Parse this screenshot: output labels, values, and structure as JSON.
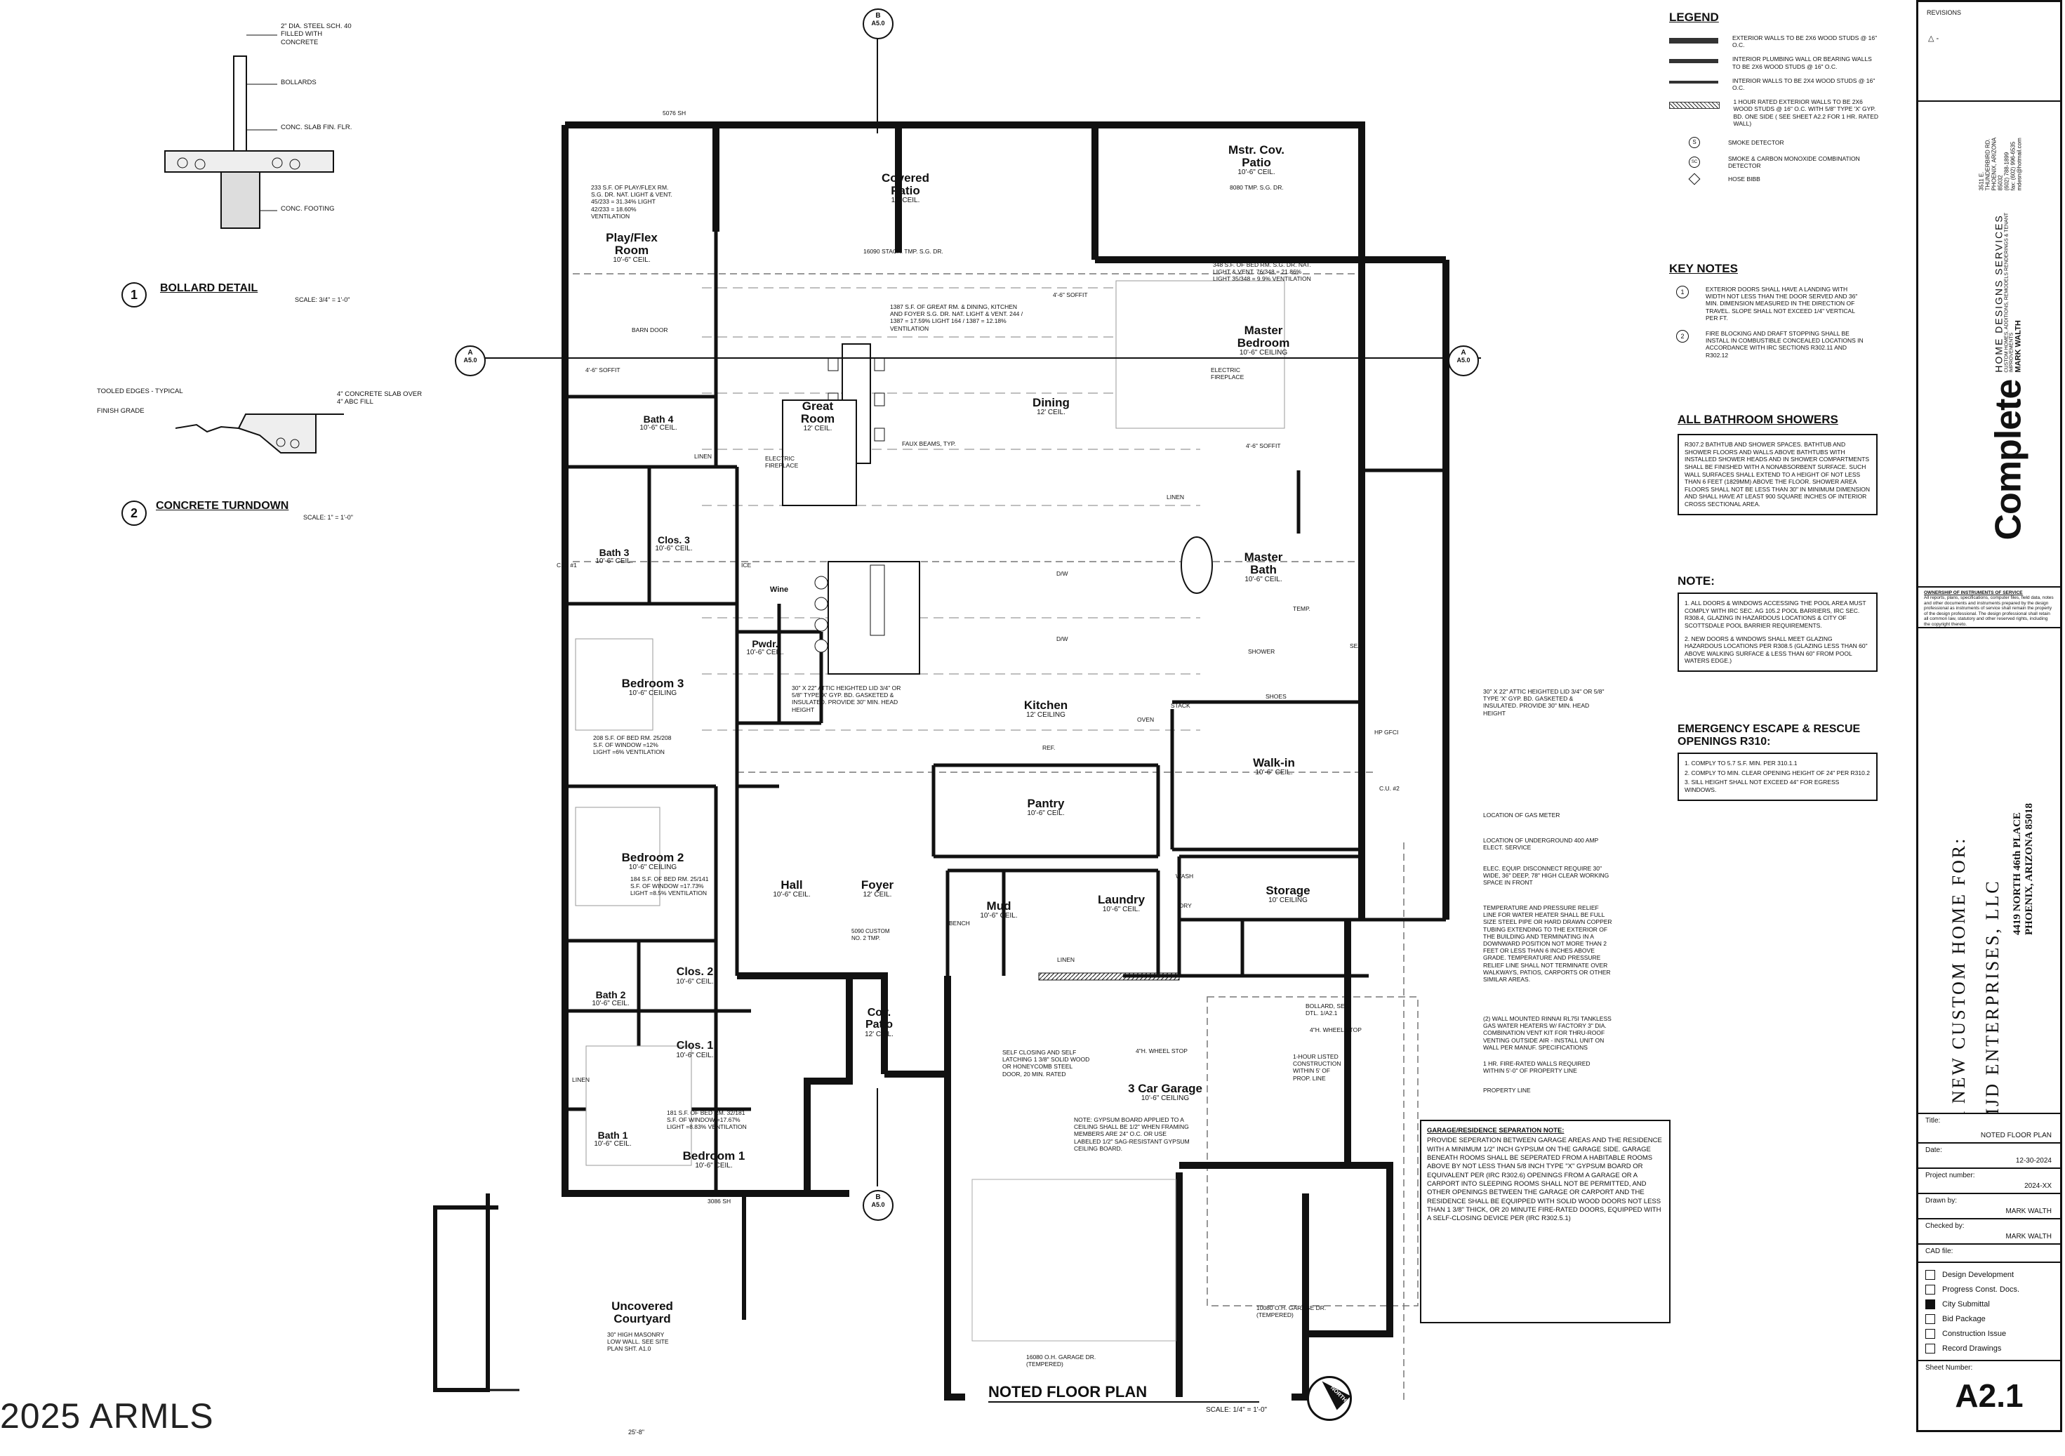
{
  "watermark": "2025 ARMLS",
  "details": {
    "bollard": {
      "num": "1",
      "title": "BOLLARD DETAIL",
      "scale": "SCALE: 3/4\" = 1'-0\"",
      "notes": [
        "2\" DIA. STEEL SCH. 40 FILLED WITH CONCRETE",
        "BOLLARDS",
        "CONC. SLAB FIN. FLR.",
        "CONC. FOOTING"
      ]
    },
    "turndown": {
      "num": "2",
      "title": "CONCRETE TURNDOWN",
      "scale": "SCALE: 1\" = 1'-0\"",
      "notes": [
        "TOOLED EDGES - TYPICAL",
        "FINISH GRADE",
        "4\" CONCRETE SLAB OVER 4\" ABC FILL"
      ]
    }
  },
  "plan": {
    "title": "NOTED FLOOR PLAN",
    "scale": "SCALE: 1/4\" = 1'-0\"",
    "north": "NORTH",
    "section_marks": [
      {
        "letter": "B",
        "sheet": "A5.0"
      },
      {
        "letter": "A",
        "sheet": "A5.0"
      }
    ],
    "rooms": {
      "play": {
        "name": "Play/Flex Room",
        "ceil": "10'-6\" CEIL.",
        "note": "233 S.F. OF PLAY/FLEX RM. S.G. DR. NAT. LIGHT & VENT. 45/233 = 31.34% LIGHT 42/233 = 18.60% VENTILATION"
      },
      "covered_patio": {
        "name": "Covered Patio",
        "ceil": "12' CEIL."
      },
      "mstr_patio": {
        "name": "Mstr. Cov. Patio",
        "ceil": "10'-6\" CEIL."
      },
      "master_bed": {
        "name": "Master Bedroom",
        "ceil": "10'-6\" CEILING",
        "note": "348 S.F. OF BED RM. S.G. DR. NAT. LIGHT & VENT. 76/348 = 21.86% LIGHT 35/348 = 9.9% VENTILATION"
      },
      "great": {
        "name": "Great Room",
        "ceil": "12' CEIL."
      },
      "dining": {
        "name": "Dining",
        "ceil": "12' CEIL."
      },
      "great_note": "1387 S.F. OF GREAT RM. & DINING, KITCHEN AND FOYER S.G. DR. NAT. LIGHT & VENT. 244 / 1387 = 17.59% LIGHT 164 / 1387 = 12.18% VENTILATION",
      "bath4": {
        "name": "Bath 4",
        "ceil": "10'-6\" CEIL."
      },
      "bath3": {
        "name": "Bath 3",
        "ceil": "10'-6\" CEIL."
      },
      "clos3": {
        "name": "Clos. 3",
        "ceil": "10'-6\" CEIL."
      },
      "bed3": {
        "name": "Bedroom 3",
        "ceil": "10'-6\" CEILING",
        "note": "208 S.F. OF BED RM. 25/208 S.F. OF WINDOW =12% LIGHT =6% VENTILATION"
      },
      "bed2": {
        "name": "Bedroom 2",
        "ceil": "10'-6\" CEILING",
        "note": "184 S.F. OF BED RM. 25/141 S.F. OF WINDOW =17.73% LIGHT =8.5% VENTILATION"
      },
      "bath2": {
        "name": "Bath 2",
        "ceil": "10'-6\" CEIL."
      },
      "clos2": {
        "name": "Clos. 2",
        "ceil": "10'-6\" CEIL."
      },
      "clos1": {
        "name": "Clos. 1",
        "ceil": "10'-6\" CEIL."
      },
      "bath1": {
        "name": "Bath 1",
        "ceil": "10'-6\" CEIL."
      },
      "bed1": {
        "name": "Bedroom 1",
        "ceil": "10'-6\" CEIL.",
        "note": "181 S.F. OF BED RM. 32/181 S.F. OF WINDOW =17.67% LIGHT =8.83% VENTILATION"
      },
      "hall": {
        "name": "Hall",
        "ceil": "10'-6\" CEIL."
      },
      "pwdr": {
        "name": "Pwdr.",
        "ceil": "10'-6\" CEIL."
      },
      "wine": {
        "name": "Wine"
      },
      "kitchen": {
        "name": "Kitchen",
        "ceil": "12' CEILING"
      },
      "pantry": {
        "name": "Pantry",
        "ceil": "10'-6\" CEIL."
      },
      "foyer": {
        "name": "Foyer",
        "ceil": "12' CEIL."
      },
      "mud": {
        "name": "Mud",
        "ceil": "10'-6\" CEIL."
      },
      "laundry": {
        "name": "Laundry",
        "ceil": "10'-6\" CEIL."
      },
      "storage": {
        "name": "Storage",
        "ceil": "10' CEILING"
      },
      "master_bath": {
        "name": "Master Bath",
        "ceil": "10'-6\" CEIL."
      },
      "walkin": {
        "name": "Walk-in",
        "ceil": "10'-6\" CEIL."
      },
      "cov_patio": {
        "name": "Cov. Patio",
        "ceil": "12' CEIL."
      },
      "garage": {
        "name": "3 Car Garage",
        "ceil": "10'-6\" CEILING"
      },
      "courtyard": {
        "name": "Uncovered Courtyard",
        "note": "30\" HIGH MASONRY LOW WALL. SEE SITE PLAN SHT. A1.0"
      }
    },
    "labels": {
      "soffit": "4'-6\" SOFFIT",
      "barn_door": "BARN DOOR",
      "elec_fireplace": "ELECTRIC FIREPLACE",
      "faux_beams": "FAUX BEAMS, TYP.",
      "stack_door": "16090 STACK. TMP. S.G. DR.",
      "top_dim": "5076 SH",
      "mstr_door": "8080 TMP. S.G. DR.",
      "dw": "D/W",
      "ref": "REF.",
      "oven": "OVEN",
      "stack": "STACK",
      "ice": "ICE",
      "shower": "SHOWER",
      "shoes": "SHOES",
      "temp": "TEMP.",
      "seat": "SEAT",
      "linen": "LINEN",
      "bench": "BENCH",
      "wash": "WASH",
      "dry": "DRY",
      "cu1": "C.U. #1",
      "cu2": "C.U. #2",
      "hp": "HP GFCI",
      "wheel": "4\"H. WHEEL STOP",
      "garage_door1": "16080 O.H. GARAGE DR. (TEMPERED)",
      "garage_door2": "10080 O.H. GARAGE DR. (TEMPERED)",
      "entry_door": "5090 CUSTOM NO. 2 TMP.",
      "bottom_dim": "25'-8\"",
      "courtyard_dim": "3086 SH"
    },
    "callouts": [
      "30\" x 22\" ATTIC HEIGHTED LID 3/4\" OR 5/8\" TYPE 'X' GYP. BD. GASKETED & INSULATED. PROVIDE 30\" MIN. HEAD HEIGHT",
      "LOCATION OF GAS METER",
      "LOCATION OF UNDERGROUND 400 AMP ELECT. SERVICE",
      "ELEC. EQUIP. DISCONNECT REQUIRE 30\" WIDE, 36\" DEEP, 78\" HIGH CLEAR WORKING SPACE IN FRONT",
      "TEMPERATURE AND PRESSURE RELIEF LINE FOR WATER HEATER SHALL BE FULL SIZE STEEL PIPE OR HARD DRAWN COPPER TUBING EXTENDING TO THE EXTERIOR OF THE BUILDING AND TERMINATING IN A DOWNWARD POSITION NOT MORE THAN 2 FEET OR LESS THAN 6 INCHES ABOVE GRADE. TEMPERATURE AND PRESSURE RELIEF LINE SHALL NOT TERMINATE OVER WALKWAYS, PATIOS, CARPORTS OR OTHER SIMILAR AREAS.",
      "BOLLARD, SEE DTL. 1/A2.1",
      "4\"H. WHEEL STOP",
      "(2) WALL MOUNTED RINNAI RL75i TANKLESS GAS WATER HEATERS W/ FACTORY 3\" DIA. COMBINATION VENT KIT FOR THRU-ROOF VENTING OUTSIDE AIR - INSTALL UNIT ON WALL PER MANUF. SPECIFICATIONS",
      "1 HR. FIRE-RATED WALLS REQUIRED WITHIN 5'-0\" OF PROPERTY LINE",
      "PROPERTY LINE",
      "1-HOUR LISTED CONSTRUCTION WITHIN 5' OF PROP. LINE",
      "SELF CLOSING AND SELF LATCHING 1 3/8\" SOLID WOOD OR HONEYCOMB STEEL DOOR, 20 MIN. RATED",
      "NOTE: GYPSUM BOARD APPLIED TO A CEILING SHALL BE 1/2\" WHEN FRAMING MEMBERS ARE 24\" O.C. OR USE LABELED 1/2\" SAG-RESISTANT GYPSUM CEILING BOARD."
    ],
    "garage_sep": {
      "title": "GARAGE/RESIDENCE SEPARATION NOTE:",
      "body": "PROVIDE SEPERATION BETWEEN GARAGE AREAS AND THE RESIDENCE WITH A MINIMUM 1/2\" INCH GYPSUM ON THE GARAGE SIDE. GARAGE BENEATH ROOMS SHALL BE SEPERATED FROM A HABITABLE ROOMS ABOVE BY NOT LESS THAN 5/8 INCH TYPE \"X\" GYPSUM BOARD OR EQUIVALENT PER (IRC R302.6) OPENINGS FROM A GARAGE OR A CARPORT INTO SLEEPING ROOMS SHALL NOT BE PERMITTED, AND OTHER OPENINGS BETWEEN THE GARAGE OR CARPORT AND THE RESIDENCE SHALL BE EQUIPPED WITH SOLID WOOD DOORS NOT LESS THAN 1 3/8\" THICK, OR 20 MINUTE FIRE-RATED DOORS, EQUIPPED WITH A SELF-CLOSING DEVICE PER (IRC R302.5.1)"
    }
  },
  "legend": {
    "title": "LEGEND",
    "items": [
      "EXTERIOR WALLS TO BE 2x6 WOOD STUDS @ 16\" O.C.",
      "INTERIOR PLUMBING WALL OR BEARING WALLS TO BE 2x6 WOOD STUDS @ 16\" O.C.",
      "INTERIOR WALLS TO BE 2x4 WOOD STUDS @ 16\" O.C.",
      "1 HOUR RATED EXTERIOR WALLS TO BE 2x6 WOOD STUDS @ 16\" O.C. WITH 5/8\" TYPE 'X' GYP. BD. ONE SIDE ( SEE SHEET A2.2 FOR 1 HR. RATED WALL)"
    ],
    "symbols": [
      {
        "sym": "S",
        "text": "SMOKE DETECTOR"
      },
      {
        "sym": "SC",
        "text": "SMOKE & CARBON MONOXIDE COMBINATION DETECTOR"
      },
      {
        "sym": "",
        "text": "HOSE BIBB"
      }
    ]
  },
  "key_notes": {
    "title": "KEY NOTES",
    "items": [
      {
        "num": "1",
        "text": "EXTERIOR DOORS SHALL HAVE A LANDING WITH WIDTH NOT LESS THAN THE DOOR SERVED AND 36\" MIN. DIMENSION MEASURED IN THE DIRECTION OF TRAVEL. SLOPE SHALL NOT EXCEED 1/4\" VERTICAL PER FT."
      },
      {
        "num": "2",
        "text": "FIRE BLOCKING AND DRAFT STOPPING SHALL BE INSTALL IN COMBUSTIBLE CONCEALED LOCATIONS IN ACCORDANCE WITH IRC SECTIONS R302.11 AND R302.12"
      }
    ]
  },
  "bathroom_showers": {
    "title": "ALL BATHROOM SHOWERS",
    "text": "R307.2 BATHTUB AND SHOWER SPACES. BATHTUB AND SHOWER FLOORS AND WALLS ABOVE BATHTUBS WITH INSTALLED SHOWER HEADS AND IN SHOWER COMPARTMENTS SHALL BE FINISHED WITH A NONABSORBENT SURFACE. SUCH WALL SURFACES SHALL EXTEND TO A HEIGHT OF NOT LESS THAN 6 FEET (1829mm) ABOVE THE FLOOR. SHOWER AREA FLOORS SHALL NOT BE LESS THAN 30\" IN MINIMUM DIMENSION AND SHALL HAVE AT LEAST 900 SQUARE INCHES OF INTERIOR CROSS SECTIONAL AREA."
  },
  "notes": {
    "title": "NOTE:",
    "items": [
      "1. ALL DOORS & WINDOWS ACCESSING THE POOL AREA MUST COMPLY WITH IRC SEC. AG 105.2 POOL BARRIERS, IRC SEC. R308.4, GLAZING IN HAZARDOUS LOCATIONS & CITY OF SCOTTSDALE POOL BARRIER REQUIREMENTS.",
      "2. NEW DOORS & WINDOWS SHALL MEET GLAZING HAZARDOUS LOCATIONS PER R308.5 (GLAZING LESS THAN 60\" ABOVE WALKING SURFACE & LESS THAN 60\" FROM POOL WATERS EDGE.)"
    ]
  },
  "egress": {
    "title": "EMERGENCY ESCAPE & RESCUE OPENINGS R310:",
    "items": [
      "1. COMPLY TO 5.7 S.F. MIN. PER 310.1.1",
      "2. COMPLY TO MIN. CLEAR OPENING HEIGHT OF 24\" PER R310.2",
      "3. SILL HEIGHT SHALL NOT EXCEED 44\" FOR EGRESS WINDOWS."
    ]
  },
  "title_block": {
    "revisions": "REVISIONS",
    "rev_mark": "-",
    "company": "Complete",
    "company_sub": "HOME DESIGNS SERVICES",
    "company_tag": "CUSTOM HOMES, ADDITIONS, REMODELS RENDERINGS & TENANT IMPROVEMENTS",
    "owner": "MARK WALTH",
    "address": "3511 E. THUNDERBIRD RD. PHOENIX, ARIZONA 85032",
    "phone": "(602) 788-1899",
    "fax": "fax: (602) 996-6535",
    "email": "mdesn@hotmail.com",
    "ownership_title": "OWNERSHIP OF INSTRUMENTS OF SERVICE",
    "ownership": "All reports, plans, specifications, computer files, field data, notes and other documents and instruments prepared by the design professional as instruments of service shall remain the property of the design professional. The design professional shall retain all common law, statutory and other reserved rights, including the copyright thereto.",
    "project_line1": "A NEW CUSTOM HOME FOR:",
    "project_line2": "MJD ENTERPRISES, LLC",
    "project_addr1": "4419 NORTH 46th PLACE",
    "project_addr2": "PHOENIX, ARIZONA 85018",
    "fields": [
      {
        "k": "Title:",
        "v": "NOTED FLOOR PLAN"
      },
      {
        "k": "Date:",
        "v": "12-30-2024"
      },
      {
        "k": "Project number:",
        "v": "2024-XX"
      },
      {
        "k": "Drawn by:",
        "v": "MARK WALTH"
      },
      {
        "k": "Checked by:",
        "v": "MARK WALTH"
      },
      {
        "k": "CAD file:",
        "v": ""
      }
    ],
    "phases": [
      {
        "label": "Design Development",
        "checked": false
      },
      {
        "label": "Progress Const. Docs.",
        "checked": false
      },
      {
        "label": "City Submittal",
        "checked": true
      },
      {
        "label": "Bid Package",
        "checked": false
      },
      {
        "label": "Construction Issue",
        "checked": false
      },
      {
        "label": "Record Drawings",
        "checked": false
      }
    ],
    "sheet_label": "Sheet Number:",
    "sheet": "A2.1"
  }
}
